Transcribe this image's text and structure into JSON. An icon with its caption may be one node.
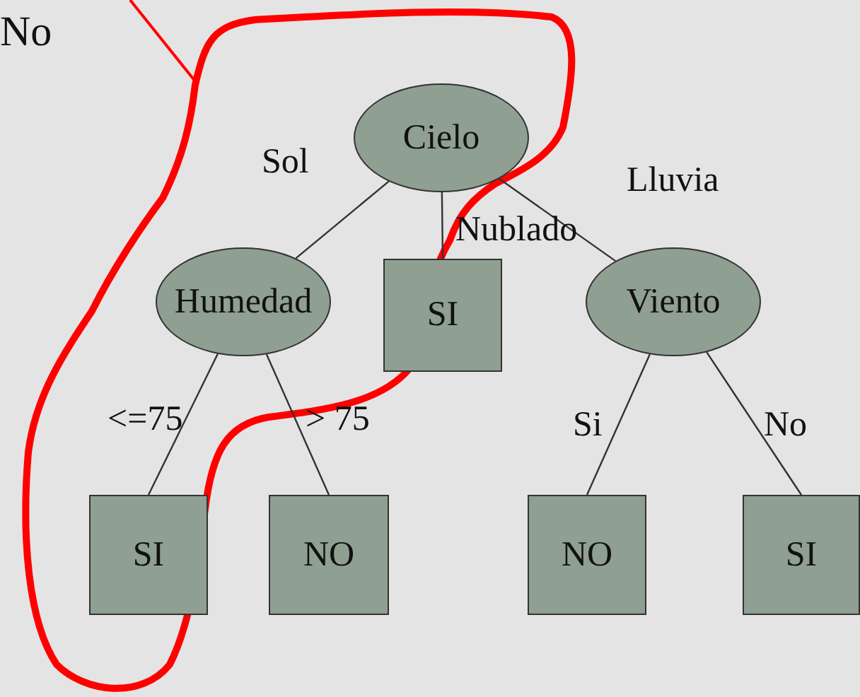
{
  "diagram": {
    "nodes": [
      {
        "text": [
          "Cielo"
        ]
      },
      {
        "text": [
          "Humedad"
        ]
      },
      {
        "text": [
          "SI"
        ]
      },
      {
        "text": [
          "Viento"
        ]
      },
      {
        "text": [
          "SI"
        ]
      },
      {
        "text": [
          "NO"
        ]
      },
      {
        "text": [
          "NO"
        ]
      },
      {
        "text": [
          "SI"
        ]
      }
    ],
    "edges": [
      {
        "from": 0,
        "to": 1,
        "arrow": "none",
        "label": "Sol"
      },
      {
        "from": 0,
        "to": 2,
        "arrow": "none",
        "label": "Nublado"
      },
      {
        "from": 0,
        "to": 3,
        "arrow": "none",
        "label": "Lluvia"
      },
      {
        "from": 1,
        "to": 4,
        "arrow": "none",
        "label": "<=75"
      },
      {
        "from": 1,
        "to": 5,
        "arrow": "none",
        "label": "> 75"
      },
      {
        "from": 3,
        "to": 6,
        "arrow": "none",
        "label": "Si"
      },
      {
        "from": 3,
        "to": 7,
        "arrow": "none",
        "label": "No"
      }
    ],
    "labels": [
      "No"
    ]
  }
}
